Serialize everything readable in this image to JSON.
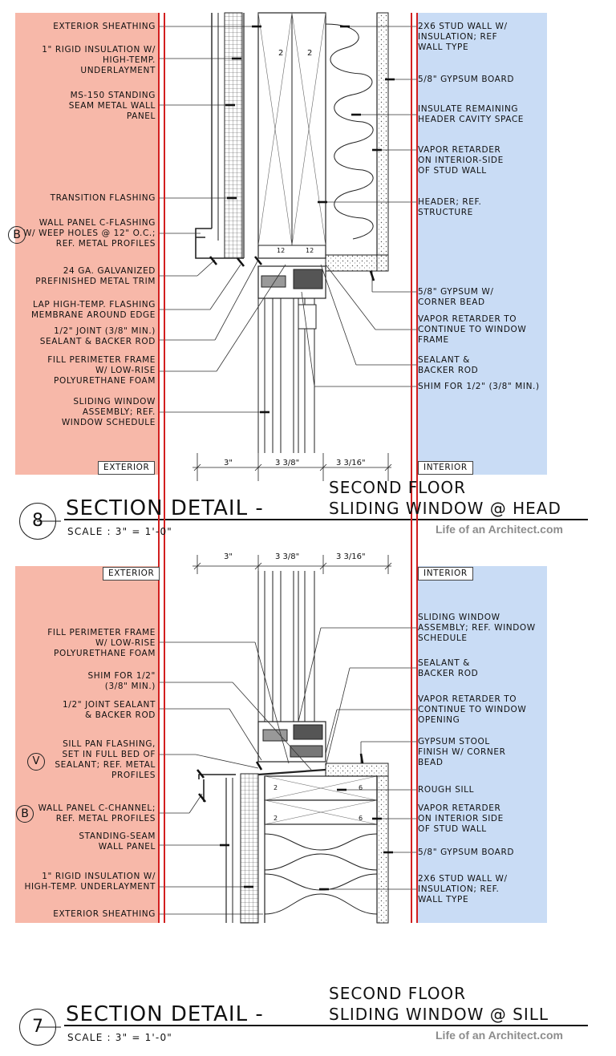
{
  "head": {
    "exterior_label": "EXTERIOR",
    "interior_label": "INTERIOR",
    "dims": [
      "3\"",
      "3 3/8\"",
      "3 3/16\""
    ],
    "left_notes": [
      "EXTERIOR SHEATHING",
      "1\" RIGID INSULATION W/\nHIGH-TEMP.\nUNDERLAYMENT",
      "MS-150 STANDING\nSEAM METAL WALL\nPANEL",
      "TRANSITION FLASHING",
      "WALL PANEL C-FLASHING\nW/ WEEP HOLES @ 12\" O.C.;\nREF. METAL PROFILES",
      "24 GA. GALVANIZED\nPREFINISHED METAL TRIM",
      "LAP HIGH-TEMP. FLASHING\nMEMBRANE AROUND EDGE",
      "1/2\" JOINT (3/8\" MIN.)\nSEALANT & BACKER ROD",
      "FILL PERIMETER FRAME\nW/ LOW-RISE\nPOLYURETHANE FOAM",
      "SLIDING WINDOW\nASSEMBLY; REF.\nWINDOW SCHEDULE"
    ],
    "right_notes": [
      "2X6 STUD WALL W/\nINSULATION; REF\nWALL TYPE",
      "5/8\" GYPSUM BOARD",
      "INSULATE REMAINING\nHEADER CAVITY SPACE",
      "VAPOR RETARDER\nON INTERIOR-SIDE\nOF STUD WALL",
      "HEADER; REF.\nSTRUCTURE",
      "5/8\" GYPSUM W/\nCORNER BEAD",
      "VAPOR RETARDER TO\nCONTINUE TO WINDOW\nFRAME",
      "SEALANT &\nBACKER ROD",
      "SHIM FOR 1/2\" (3/8\" MIN.)"
    ],
    "marker_b": "B",
    "header_numbers": [
      "2",
      "2",
      "12",
      "12"
    ],
    "detail_number": "8",
    "title_line1": "SECOND FLOOR",
    "title_main": "SECTION DETAIL -",
    "title_line2": "SLIDING WINDOW @ HEAD",
    "scale": "SCALE :  3\" = 1'-0\"",
    "credit": "Life of an Architect.com"
  },
  "sill": {
    "exterior_label": "EXTERIOR",
    "interior_label": "INTERIOR",
    "dims": [
      "3\"",
      "3 3/8\"",
      "3 3/16\""
    ],
    "left_notes": [
      "FILL PERIMETER FRAME\nW/ LOW-RISE\nPOLYURETHANE FOAM",
      "SHIM FOR 1/2\"\n(3/8\" MIN.)",
      "1/2\" JOINT SEALANT\n& BACKER ROD",
      "SILL PAN FLASHING,\nSET IN FULL BED OF\nSEALANT; REF. METAL\nPROFILES",
      "WALL PANEL C-CHANNEL;\nREF. METAL PROFILES",
      "STANDING-SEAM\nWALL PANEL",
      "1\" RIGID INSULATION W/\nHIGH-TEMP. UNDERLAYMENT",
      "EXTERIOR SHEATHING"
    ],
    "right_notes": [
      "SLIDING WINDOW\nASSEMBLY; REF. WINDOW\nSCHEDULE",
      "SEALANT &\nBACKER ROD",
      "VAPOR RETARDER TO\nCONTINUE TO  WINDOW\nOPENING",
      "GYPSUM STOOL\nFINISH W/ CORNER\nBEAD",
      "ROUGH SILL",
      "VAPOR RETARDER\nON INTERIOR SIDE\nOF STUD WALL",
      "5/8\" GYPSUM BOARD",
      "2X6 STUD WALL W/\nINSULATION; REF.\nWALL TYPE"
    ],
    "marker_v": "V",
    "marker_b": "B",
    "sill_numbers": [
      "2",
      "6",
      "2",
      "6"
    ],
    "detail_number": "7",
    "title_line1": "SECOND FLOOR",
    "title_main": "SECTION DETAIL -",
    "title_line2": "SLIDING WINDOW @ SILL",
    "scale": "SCALE :  3\" = 1'-0\"",
    "credit": "Life of an Architect.com"
  },
  "colors": {
    "exterior_band": "#f7b8a9",
    "interior_band": "#c9dcf5",
    "boundary_line": "#d21f1f",
    "credit_text": "#8c8c8c"
  }
}
